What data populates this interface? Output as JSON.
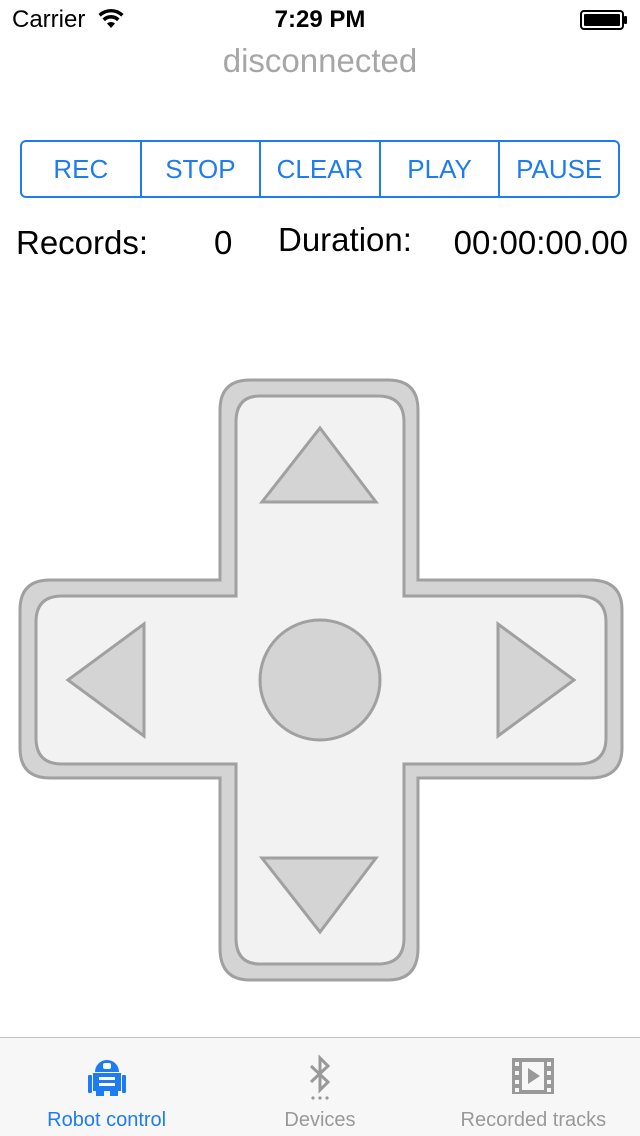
{
  "status_bar": {
    "carrier": "Carrier",
    "time": "7:29 PM"
  },
  "connection_status": "disconnected",
  "controls": {
    "rec": "REC",
    "stop": "STOP",
    "clear": "CLEAR",
    "play": "PLAY",
    "pause": "PAUSE"
  },
  "stats": {
    "records_label": "Records:",
    "records_value": "0",
    "duration_label": "Duration:",
    "duration_value": "00:00:00.00"
  },
  "dpad": {
    "up_icon": "triangle-up-icon",
    "down_icon": "triangle-down-icon",
    "left_icon": "triangle-left-icon",
    "right_icon": "triangle-right-icon",
    "center_icon": "circle-icon"
  },
  "tab_bar": {
    "tabs": [
      {
        "label": "Robot control",
        "icon": "robot-icon",
        "active": true
      },
      {
        "label": "Devices",
        "icon": "bluetooth-icon",
        "active": false
      },
      {
        "label": "Recorded tracks",
        "icon": "film-play-icon",
        "active": false
      }
    ]
  },
  "colors": {
    "accent": "#1e7cf2",
    "muted": "#999999",
    "status_gray": "#a6a6a6",
    "dpad_border": "#a0a0a0",
    "dpad_fill": "#f2f2f2",
    "dpad_shape": "#d4d4d4"
  }
}
